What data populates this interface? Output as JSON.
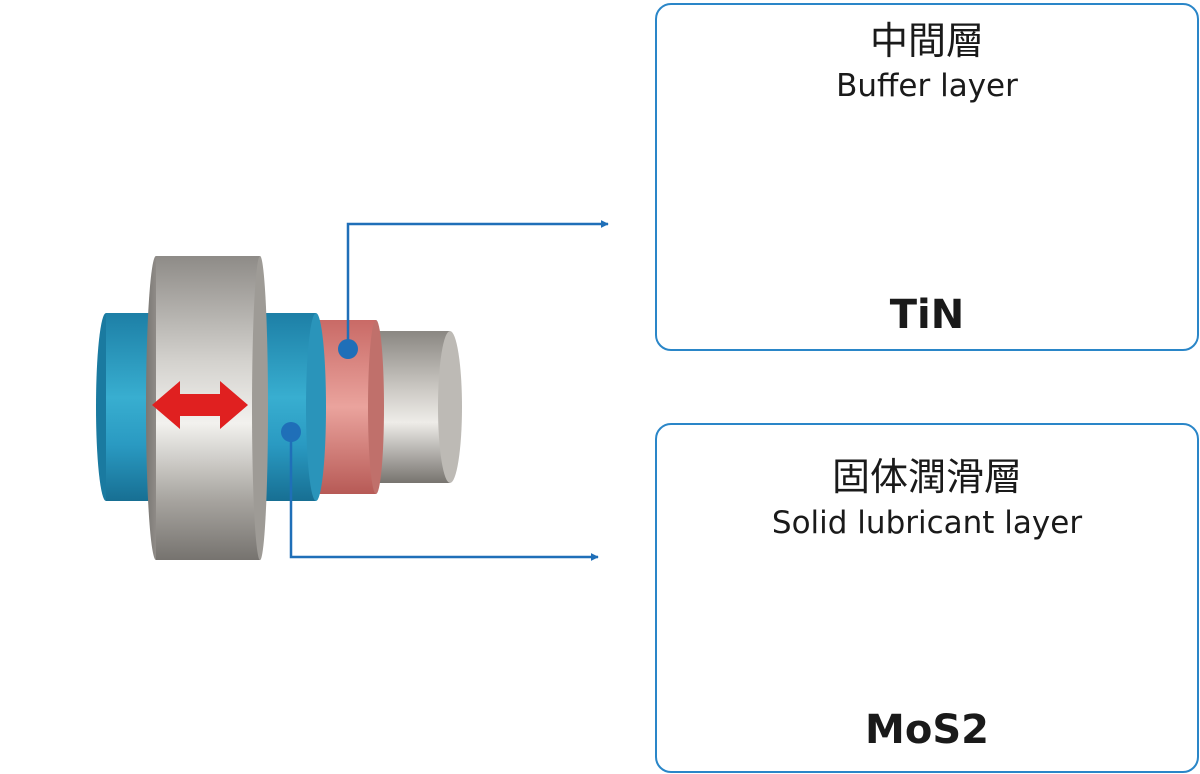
{
  "buffer_layer": {
    "japanese_label": "中間層",
    "english_label": "Buffer layer",
    "material": "TiN",
    "color": "#e8ad3a"
  },
  "lubricant_layer": {
    "japanese_label": "固体潤滑層",
    "english_label": "Solid lubricant layer",
    "material": "MoS2",
    "color": "#6f6f6f"
  },
  "colors": {
    "callout": "#1f6fb8",
    "panel_border": "#2a86c8",
    "motion_arrow": "#e02020",
    "sleeve_blue": "#2d9bc0",
    "sleeve_red": "#d9807a",
    "metal": "#b0aca6"
  },
  "icons": {
    "motion": "double-headed-arrow-icon"
  }
}
